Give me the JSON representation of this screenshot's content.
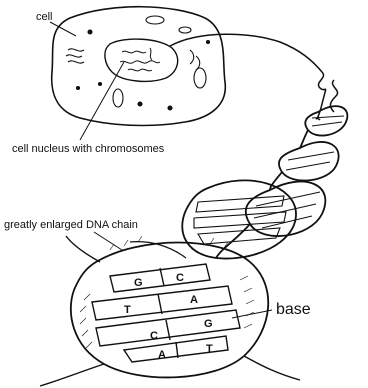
{
  "labels": {
    "cell": "cell",
    "nucleus": "cell nucleus with chromosomes",
    "dna_chain": "greatly enlarged DNA chain",
    "base": "base"
  },
  "base_letters": [
    "G",
    "C",
    "T",
    "A",
    "C",
    "G",
    "A",
    "T"
  ],
  "colors": {
    "ink": "#111111",
    "background": "#ffffff"
  }
}
